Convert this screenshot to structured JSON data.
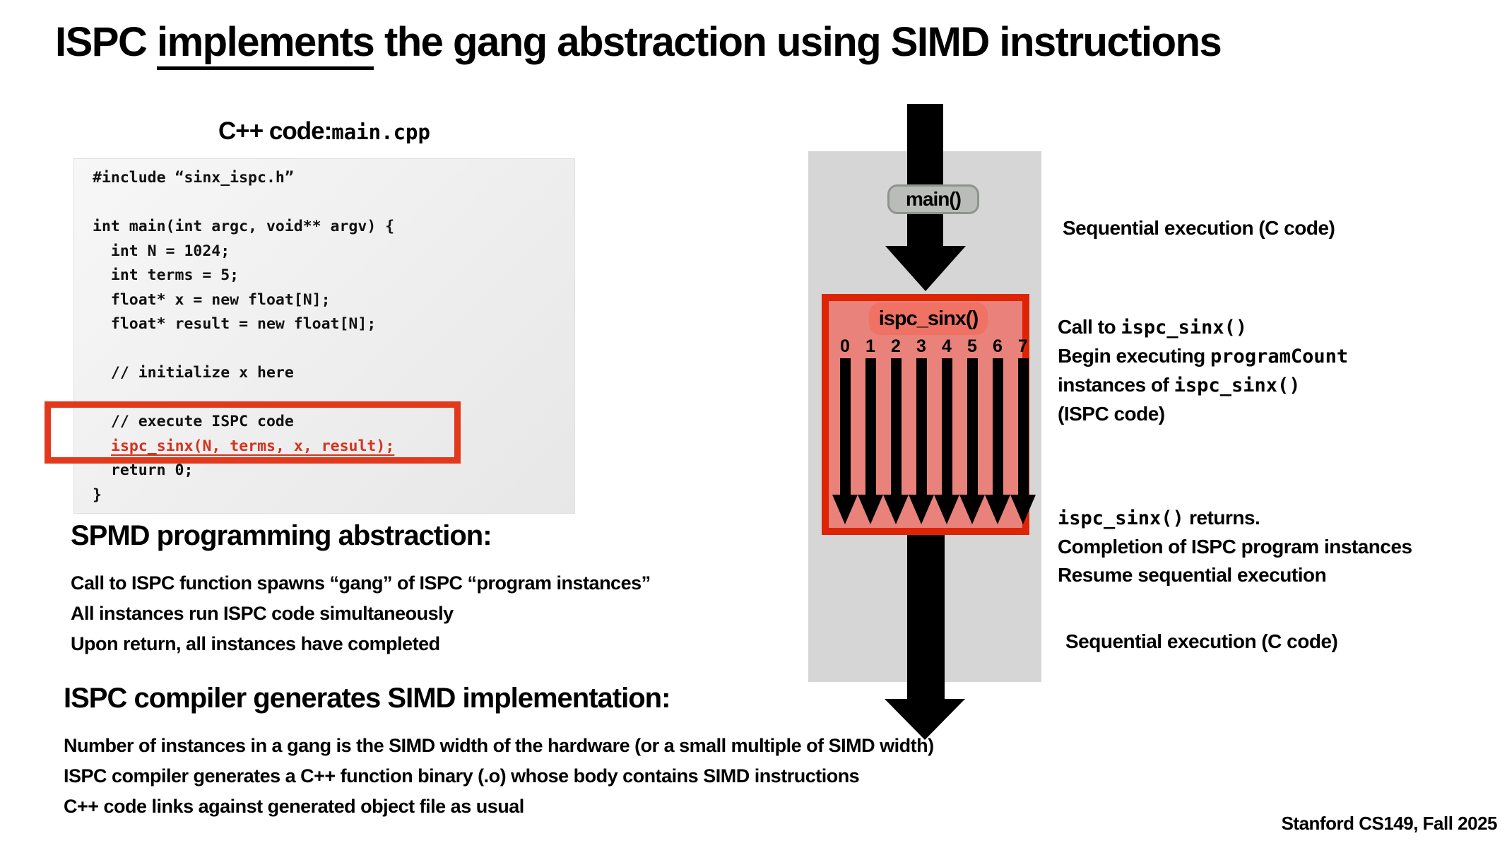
{
  "slide": {
    "title_pre": "ISPC ",
    "title_underlined": "implements",
    "title_post": " the gang abstraction using SIMD instructions",
    "footer": "Stanford CS149, Fall 2025"
  },
  "code_panel": {
    "heading_bold": "C++ code:",
    "heading_mono": "main.cpp",
    "lines": [
      "#include “sinx_ispc.h”",
      "",
      "int main(int argc, void** argv) {",
      "  int N = 1024;",
      "  int terms = 5;",
      "  float* x = new float[N];",
      "  float* result = new float[N];",
      "",
      "  // initialize x here",
      "",
      "  // execute ISPC code",
      "ispc_sinx(N, terms, x, result);",
      "  return 0;",
      "}"
    ]
  },
  "spmd": {
    "heading": "SPMD programming abstraction:",
    "bullets": [
      "Call to ISPC function spawns “gang” of ISPC “program instances”",
      "All instances run ISPC code simultaneously",
      "Upon return, all instances have completed"
    ]
  },
  "compiler": {
    "heading": "ISPC compiler generates SIMD implementation:",
    "bullets": [
      "Number of instances in a gang is the SIMD width of the hardware (or a small multiple of SIMD width)",
      "ISPC compiler generates a C++ function binary (.o) whose body contains SIMD instructions",
      "C++ code links against generated object file as usual"
    ]
  },
  "diagram": {
    "main_label": "main()",
    "ispc_label": "ispc_sinx()",
    "lane_numbers": [
      "0",
      "1",
      "2",
      "3",
      "4",
      "5",
      "6",
      "7"
    ],
    "labels": {
      "seq_top": "Sequential execution (C code)",
      "call_line1_pre": "Call to ",
      "call_line1_code": "ispc_sinx()",
      "call_line2_pre": "Begin executing ",
      "call_line2_code": "programCount",
      "call_line3_pre": "instances of ",
      "call_line3_code": "ispc_sinx()",
      "call_line4": "(ISPC code)",
      "ret_line1_code": "ispc_sinx()",
      "ret_line1_post": " returns.",
      "ret_line2": "Completion of ISPC program instances",
      "ret_line3": "Resume sequential execution",
      "seq_bottom": "Sequential execution (C code)"
    },
    "colors": {
      "panel_gray": "#d6d6d6",
      "red_border": "#dd2506",
      "salmon": "#e8827a",
      "pill_salmon": "#ef7265",
      "main_pill_bg": "#b9bcb9",
      "main_pill_border": "#8e938e",
      "code_red": "#d2331f",
      "code_red_box": "#e2391d"
    }
  }
}
